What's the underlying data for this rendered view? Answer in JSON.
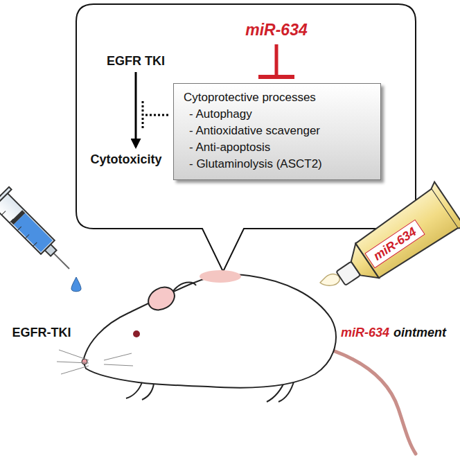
{
  "diagram": {
    "nodes": [
      {
        "text": [
          "Cytoprotective processes",
          "- Autophagy",
          "- Antioxidative scavenger",
          "- Anti-apoptosis",
          "- Glutaminolysis (ASCT2)"
        ]
      },
      {
        "text": [
          "miR-634"
        ]
      }
    ],
    "labels": [
      "miR-634",
      "EGFR TKI",
      "Cytotoxicity",
      "EGFR-TKI",
      "miR-634",
      "ointment"
    ]
  }
}
